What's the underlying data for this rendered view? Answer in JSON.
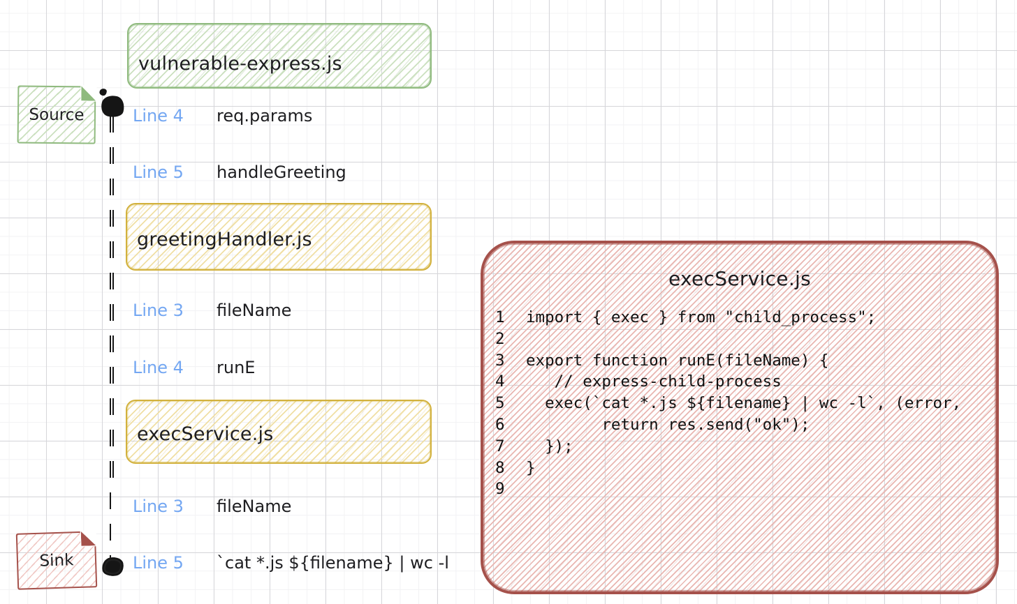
{
  "diagram": {
    "top_file_box": {
      "label": "vulnerable-express.js"
    },
    "source_note": {
      "label": "Source"
    },
    "sink_note": {
      "label": "Sink"
    },
    "steps": [
      {
        "line_ref": "Line 4",
        "symbol": "req.params"
      },
      {
        "line_ref": "Line 5",
        "symbol": "handleGreeting"
      },
      {
        "line_ref": "Line 3",
        "symbol": "fileName"
      },
      {
        "line_ref": "Line 4",
        "symbol": "runE"
      },
      {
        "line_ref": "Line 3",
        "symbol": "fileName"
      },
      {
        "line_ref": "Line 5",
        "symbol": "`cat *.js ${filename} | wc -l"
      }
    ],
    "file_boxes": [
      {
        "label": "greetingHandler.js"
      },
      {
        "label": "execService.js"
      }
    ]
  },
  "code_panel": {
    "title": "execService.js",
    "lines": [
      {
        "num": "1",
        "code": "import { exec } from \"child_process\";"
      },
      {
        "num": "2",
        "code": ""
      },
      {
        "num": "3",
        "code": "export function runE(fileName) {"
      },
      {
        "num": "4",
        "code": "   // express-child-process"
      },
      {
        "num": "5",
        "code": "  exec(`cat *.js ${filename} | wc -l`, (error,"
      },
      {
        "num": "6",
        "code": "        return res.send(\"ok\");"
      },
      {
        "num": "7",
        "code": "  });"
      },
      {
        "num": "8",
        "code": "}"
      },
      {
        "num": "9",
        "code": ""
      }
    ]
  },
  "colors": {
    "green_stroke": "#8fba7e",
    "green_hatch": "#cbe0bf",
    "yellow_stroke": "#d2b13c",
    "yellow_hatch": "#f0dfa4",
    "red_stroke": "#a5514b",
    "red_hatch": "#e9b6b1",
    "blue_label": "#74a7f2",
    "ink": "#1d1d20"
  }
}
